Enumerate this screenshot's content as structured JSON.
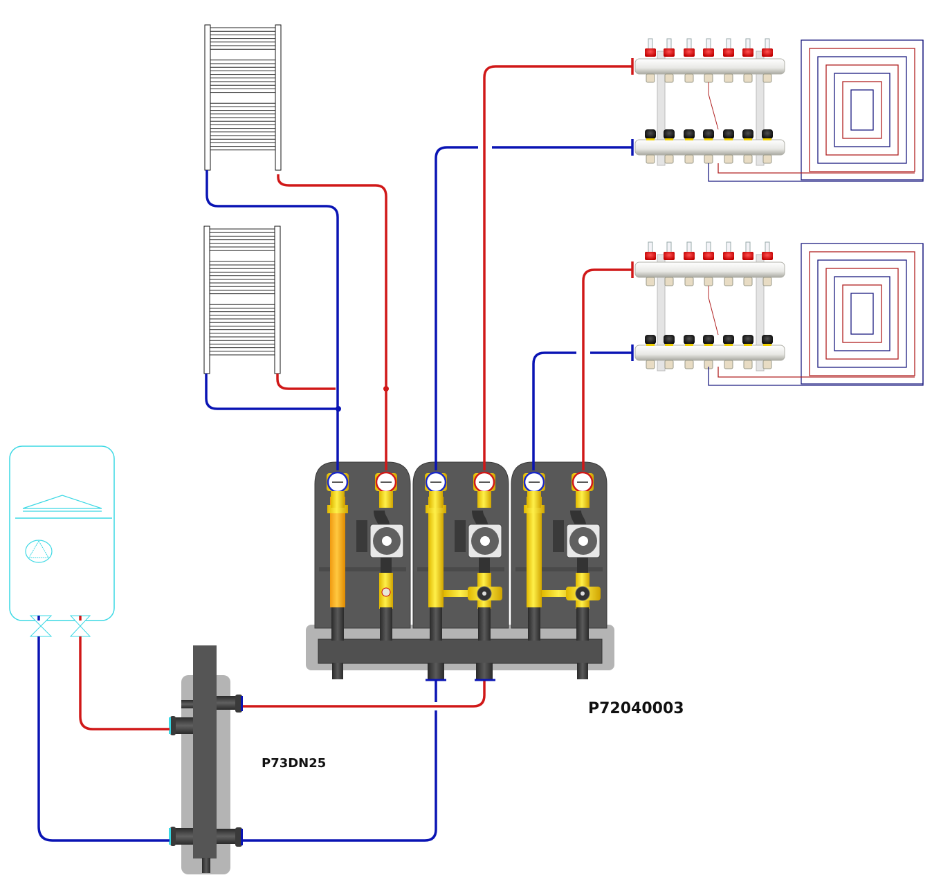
{
  "diagram": {
    "title": "Heating system schematic",
    "labels": {
      "pump_module": "P72040003",
      "hydraulic_separator": "P73DN25"
    },
    "colors": {
      "supply": "#d01818",
      "return": "#0a14b4",
      "boiler_outline": "#3ad8e4",
      "module_body": "#505050",
      "module_base": "#b4b4b4",
      "brass": "#f5dc14",
      "manifold_cap_red": "#e02020",
      "manifold_cap_black": "#1a1a1a"
    },
    "components": {
      "boiler": {
        "name": "Wall-mounted boiler",
        "valves": 2
      },
      "hydraulic_separator": {
        "name": "Hydraulic separator",
        "model": "P73DN25"
      },
      "pump_module": {
        "name": "3-circuit pump group on distribution manifold",
        "model": "P72040003",
        "circuits": 3
      },
      "radiators": [
        {
          "name": "Towel radiator 1"
        },
        {
          "name": "Towel radiator 2"
        }
      ],
      "underfloor_manifolds": [
        {
          "name": "Underfloor manifold 1",
          "outlets": 7
        },
        {
          "name": "Underfloor manifold 2",
          "outlets": 7
        }
      ],
      "floor_loops": [
        {
          "name": "Underfloor loop 1"
        },
        {
          "name": "Underfloor loop 2"
        }
      ]
    }
  }
}
